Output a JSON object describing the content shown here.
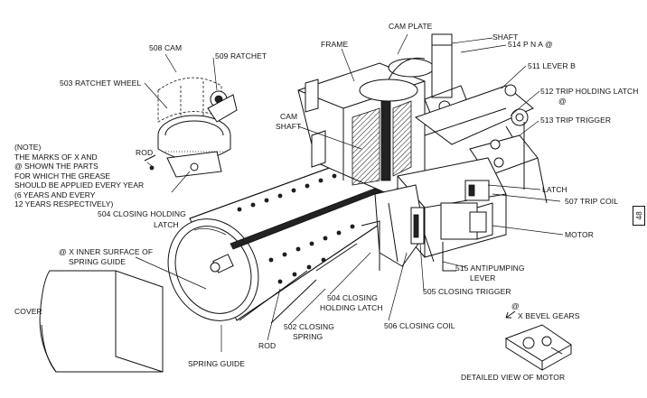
{
  "labels": {
    "cam_plate": "CAM PLATE",
    "shaft": "SHAFT",
    "frame": "FRAME",
    "pna": "514 P N A @",
    "lever_b": "511 LEVER B",
    "trip_holding_latch": "512 TRIP HOLDING LATCH",
    "trip_holding_latch_mark": "@",
    "trip_trigger": "513 TRIP TRIGGER",
    "cam": "508 CAM",
    "ratchet": "509 RATCHET",
    "ratchet_wheel": "503 RATCHET WHEEL",
    "cam_shaft_1": "CAM",
    "cam_shaft_2": "SHAFT",
    "rod_top": "ROD",
    "closing_holding_latch_left_1": "504 CLOSING HOLDING",
    "closing_holding_latch_left_2": "LATCH",
    "latch": "LATCH",
    "trip_coil": "507 TRIP COIL",
    "motor": "MOTOR",
    "antipumping_1": "515 ANTIPUMPING",
    "antipumping_2": "LEVER",
    "closing_trigger": "505 CLOSING TRIGGER",
    "inner_surface_1": "@ X INNER SURFACE OF",
    "inner_surface_2": "SPRING GUIDE",
    "cover": "COVER",
    "closing_holding_latch_mid_1": "504 CLOSING",
    "closing_holding_latch_mid_2": "HOLDING LATCH",
    "closing_spring_1": "502 CLOSING",
    "closing_spring_2": "SPRING",
    "rod_bottom": "ROD",
    "closing_coil": "506 CLOSING COIL",
    "bevel_mark": "@",
    "bevel_gears": "X BEVEL GEARS",
    "spring_guide": "SPRING GUIDE",
    "detailed_view": "DETAILED VIEW OF MOTOR"
  },
  "note": {
    "line1": "(NOTE)",
    "line2": "THE MARKS OF X AND",
    "line3": "@ SHOWN THE PARTS",
    "line4": "FOR WHICH THE GREASE",
    "line5": "SHOULD BE APPLIED EVERY YEAR",
    "line6": "(6 YEARS AND EVERY",
    "line7": "12 YEARS RESPECTIVELY)"
  },
  "page_number": "48"
}
